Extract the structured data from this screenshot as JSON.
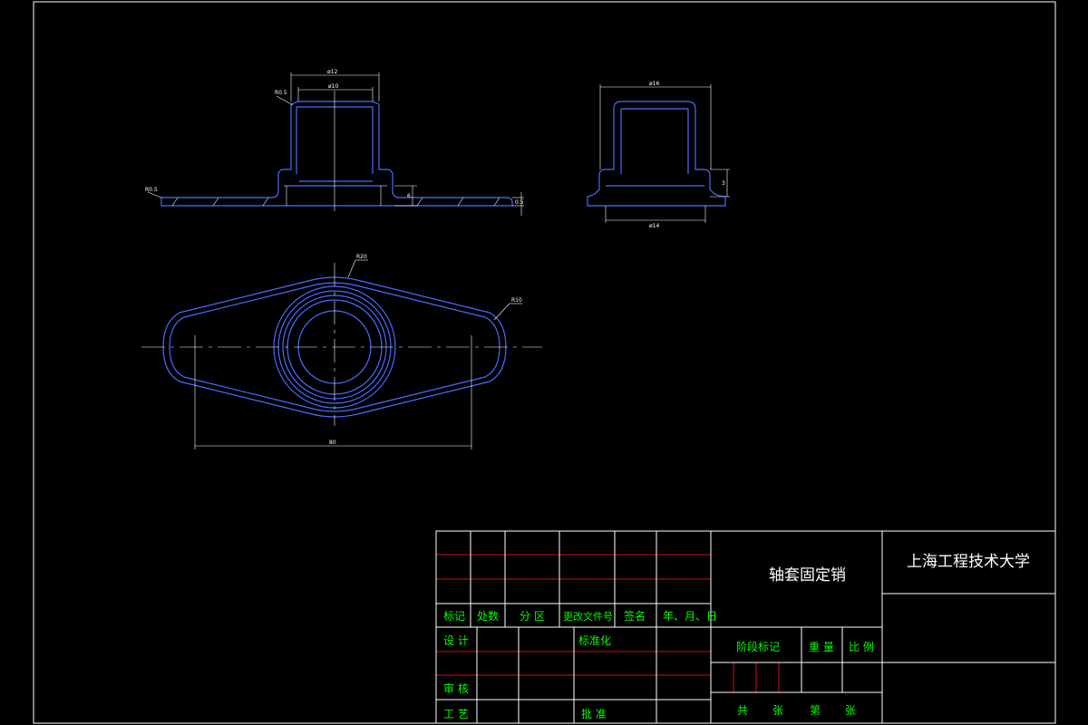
{
  "drawing": {
    "part_name": "轴套固定销",
    "school": "上海工程技术大学"
  },
  "front_view": {
    "dims": {
      "outer_dia": "ø12",
      "inner_dia": "ø10",
      "corner_r": "R0.5",
      "flange_r": "R0.5",
      "step_h": "6",
      "plate_t": "0.5"
    }
  },
  "side_view": {
    "dims": {
      "top_dia": "ø16",
      "base_dia": "ø14",
      "height": "3"
    }
  },
  "top_view": {
    "dims": {
      "center_r": "R20",
      "end_r": "R10",
      "span": "80"
    }
  },
  "title_block": {
    "headers": [
      "标记",
      "处数",
      "分 区",
      "更改文件号",
      "签名",
      "年、月、日"
    ],
    "design": "设 计",
    "standardize": "标准化",
    "review": "审 核",
    "process": "工 艺",
    "approve": "批 准",
    "stage_mark": "阶段标记",
    "weight": "重 量",
    "scale": "比 例",
    "total": "共",
    "sheets1": "张",
    "sheet_no": "第",
    "sheets2": "张"
  }
}
